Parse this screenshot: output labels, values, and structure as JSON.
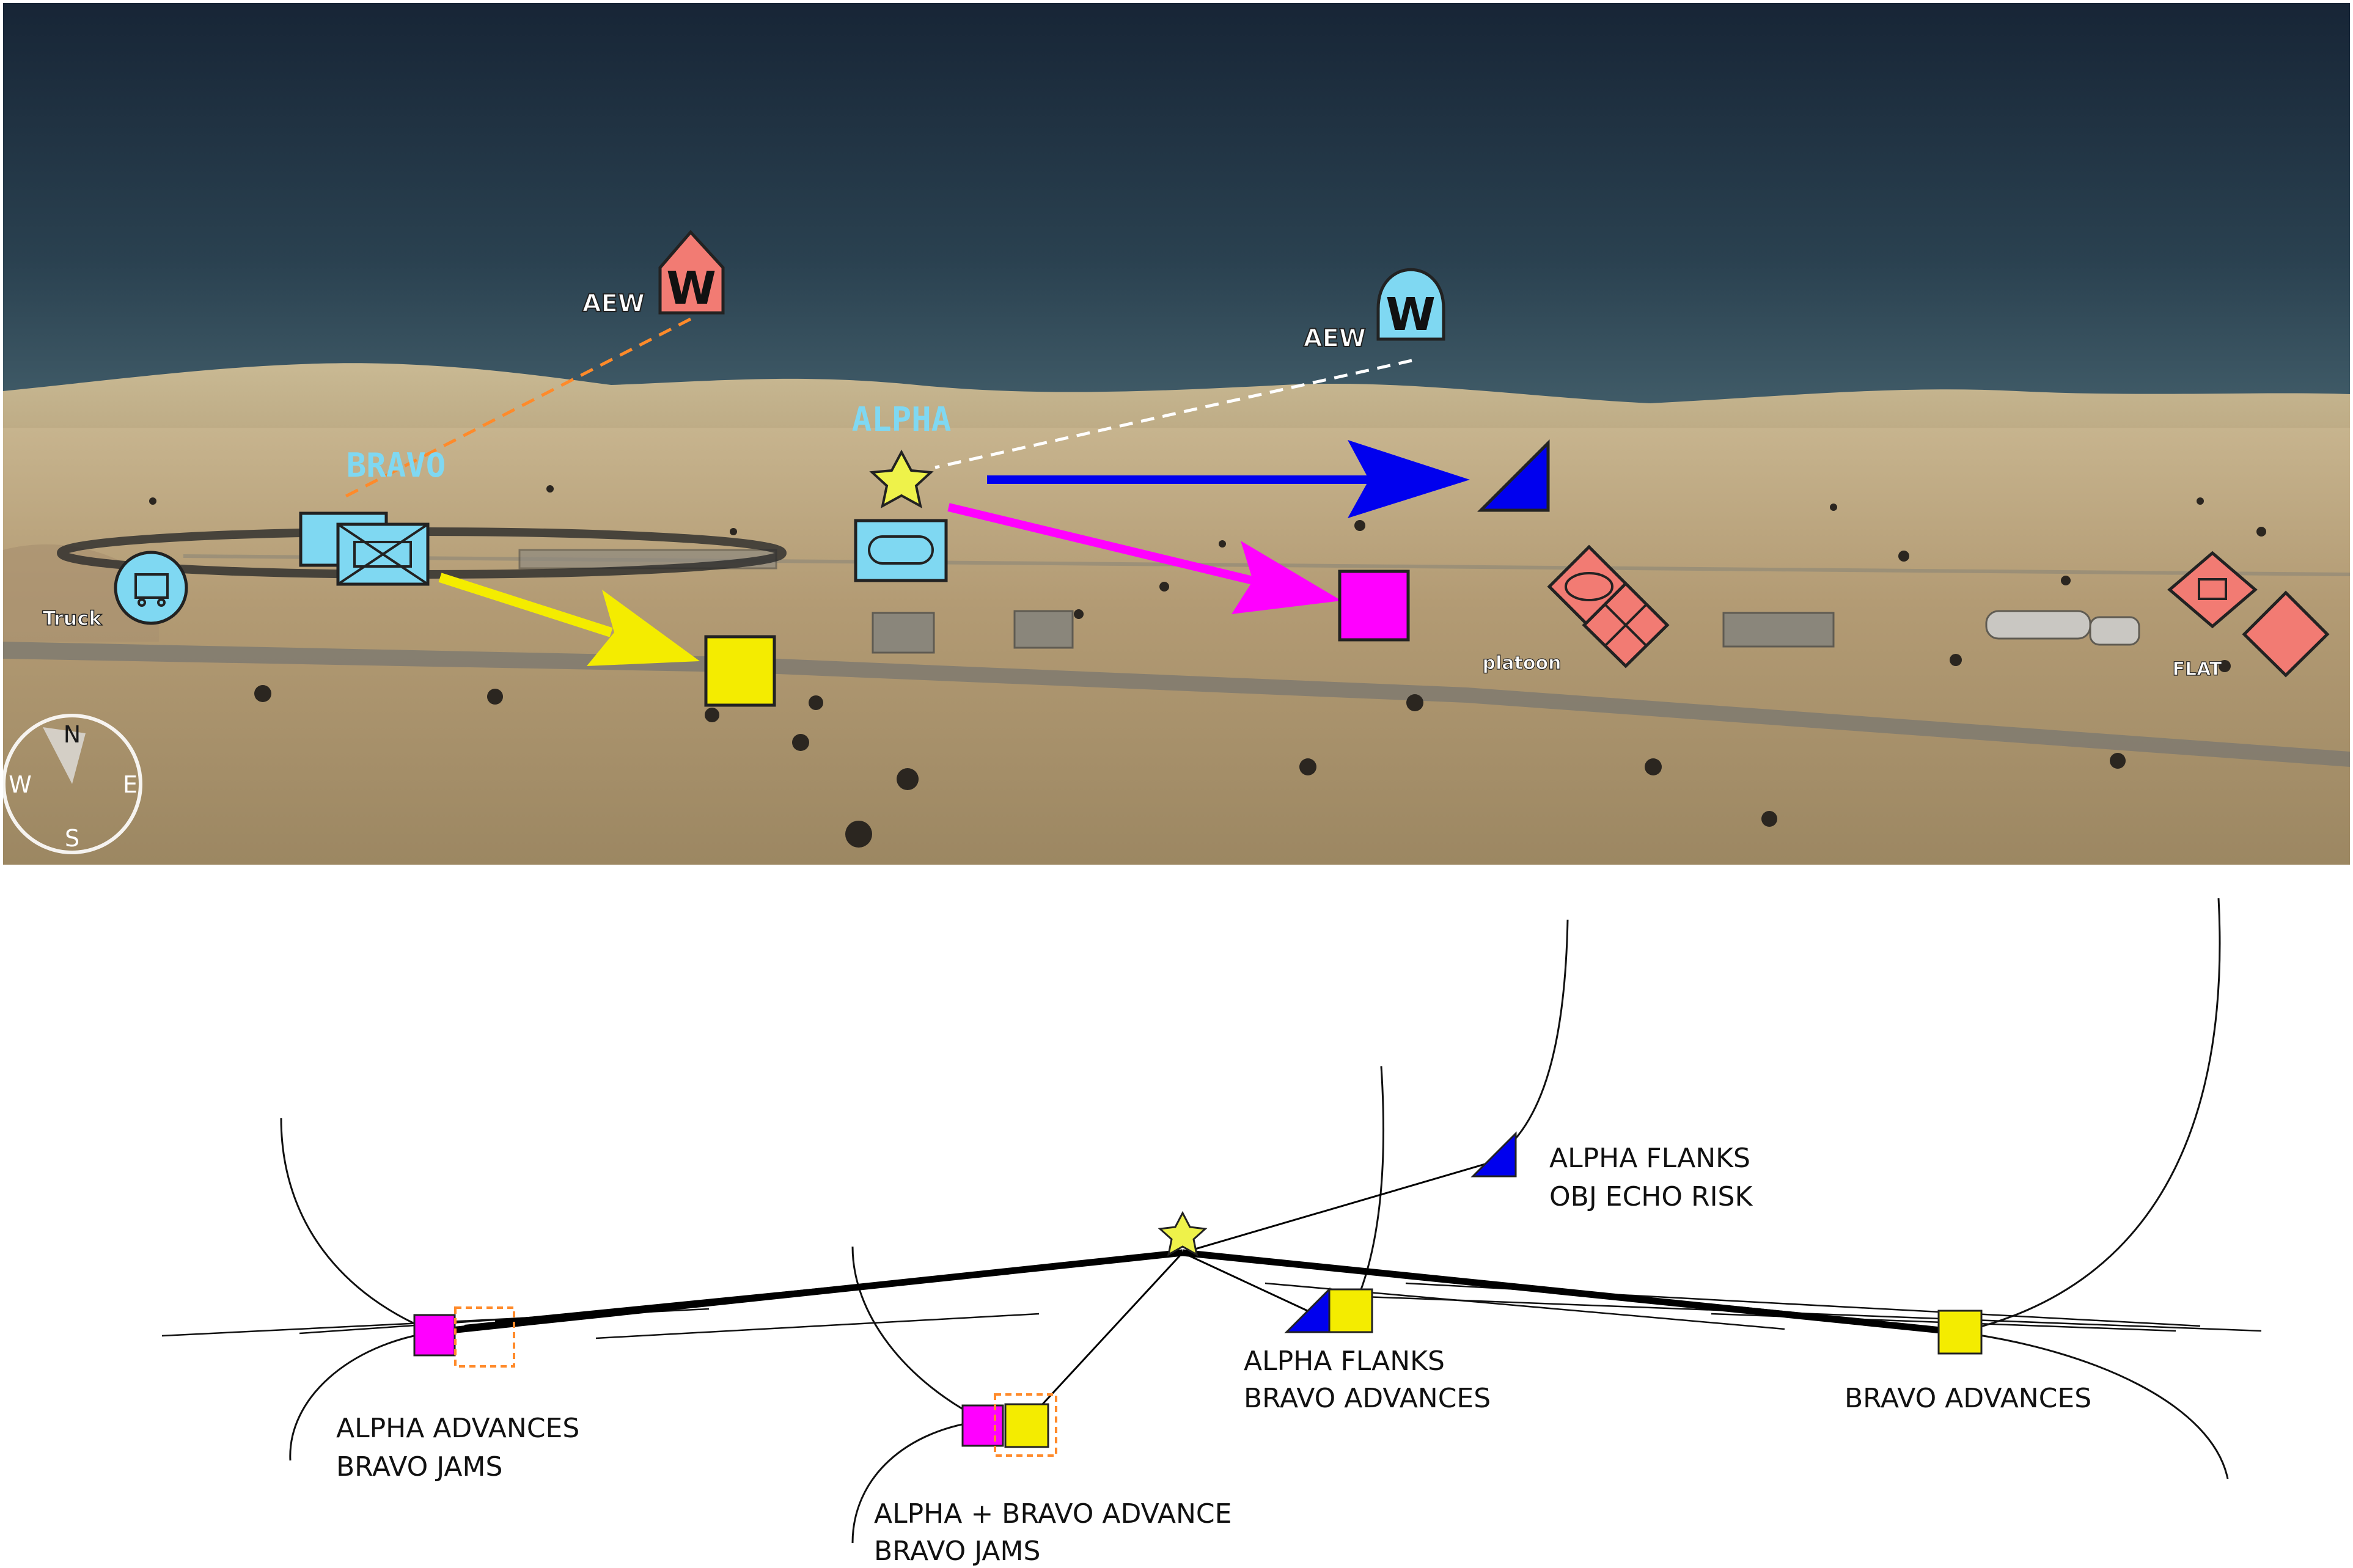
{
  "scene": {
    "friendly_units": {
      "alpha_label": "ALPHA",
      "bravo_label": "BRAVO"
    },
    "aew": {
      "hostile": {
        "label": "AEW",
        "glyph": "W"
      },
      "friendly": {
        "label": "AEW",
        "glyph": "W"
      }
    },
    "ground_labels": {
      "truck": "Truck",
      "platoon": "platoon",
      "flat": "FLAT"
    },
    "compass": {
      "n": "N",
      "s": "S",
      "e": "E",
      "w": "W"
    },
    "colors": {
      "friendly": "#7fd8f2",
      "hostile": "#f27b73",
      "yellow_objective": "#f4ec00",
      "magenta_objective": "#ff00ff",
      "blue_objective": "#0000ee",
      "star": "#eef24a",
      "sky_top": "#1a2a3e",
      "sky_horizon": "#3a5564",
      "ground": "#b09a72"
    },
    "icons": [
      "wheeled-vehicle-icon",
      "armored-infantry-icon",
      "armor-tracked-icon",
      "hostile-aew-icon",
      "friendly-aew-icon",
      "star-icon",
      "compass-icon",
      "blue-triangle-objective-icon"
    ]
  },
  "diagram": {
    "labels": {
      "alpha_flanks_obj_echo_1": "ALPHA FLANKS",
      "alpha_flanks_obj_echo_2": "OBJ ECHO RISK",
      "alpha_advances_bravo_jams_1": "ALPHA ADVANCES",
      "alpha_advances_bravo_jams_2": "BRAVO JAMS",
      "alpha_bravo_advance_1": "ALPHA + BRAVO ADVANCE",
      "alpha_bravo_advance_2": "BRAVO JAMS",
      "alpha_flanks_bravo_advances_1": "ALPHA FLANKS",
      "alpha_flanks_bravo_advances_2": "BRAVO ADVANCES",
      "bravo_advances": "BRAVO ADVANCES"
    }
  }
}
